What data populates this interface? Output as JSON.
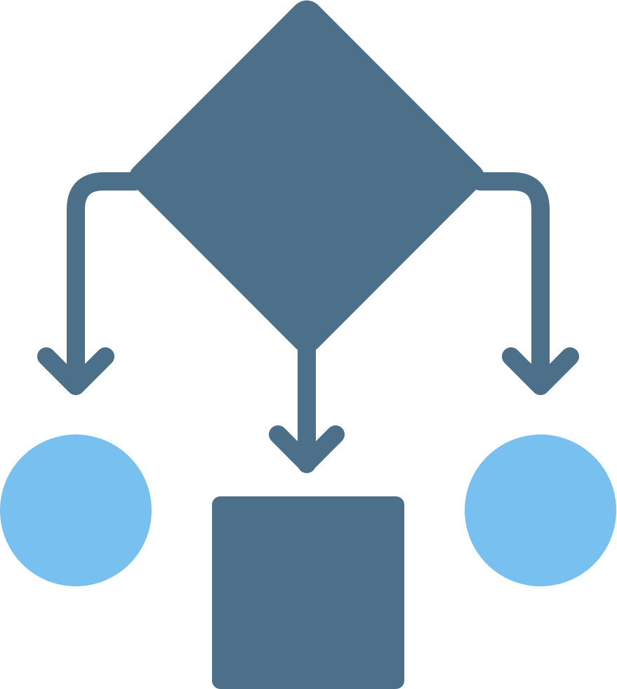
{
  "icon": {
    "name": "decision-flowchart-icon",
    "style": "glyph two-tone",
    "colors": {
      "primary": "#4c6f8a",
      "secondary": "#78c0f0",
      "background": "#ffffff"
    },
    "nodes": [
      {
        "name": "decision-diamond",
        "shape": "diamond",
        "color": "primary"
      },
      {
        "name": "left-outcome-circle",
        "shape": "circle",
        "color": "secondary"
      },
      {
        "name": "center-outcome-square",
        "shape": "rounded-square",
        "color": "primary"
      },
      {
        "name": "right-outcome-circle",
        "shape": "circle",
        "color": "secondary"
      }
    ],
    "connectors": [
      {
        "name": "left-branch-arrow",
        "from": "decision-diamond",
        "to": "left-outcome-circle"
      },
      {
        "name": "center-branch-arrow",
        "from": "decision-diamond",
        "to": "center-outcome-square"
      },
      {
        "name": "right-branch-arrow",
        "from": "decision-diamond",
        "to": "right-outcome-circle"
      }
    ]
  }
}
